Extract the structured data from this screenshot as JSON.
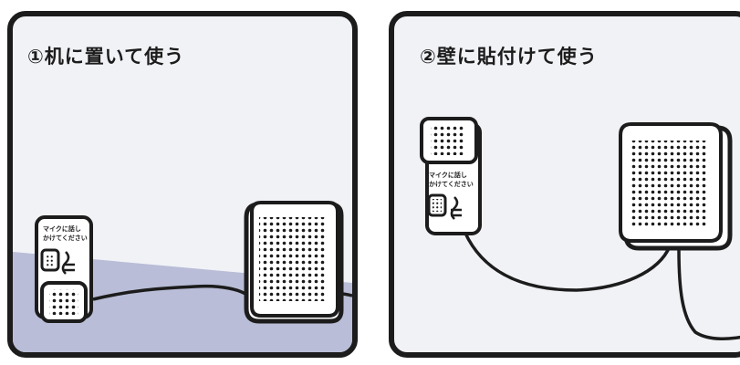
{
  "panels": [
    {
      "title": "①机に置いて使う",
      "transmitter_label_line1": "マイクに話し",
      "transmitter_label_line2": "かけてください"
    },
    {
      "title": "②壁に貼付けて使う",
      "transmitter_label_line1": "マイクに話し",
      "transmitter_label_line2": "かけてください"
    }
  ],
  "colors": {
    "outline": "#1c1c1c",
    "panel_background": "#f1f2f6",
    "desk_surface": "#b9bdd7",
    "device_body": "#ffffff"
  },
  "icons": [
    "microphone-icon",
    "speech-waves-icon",
    "speaker-grille-icon",
    "cable"
  ]
}
